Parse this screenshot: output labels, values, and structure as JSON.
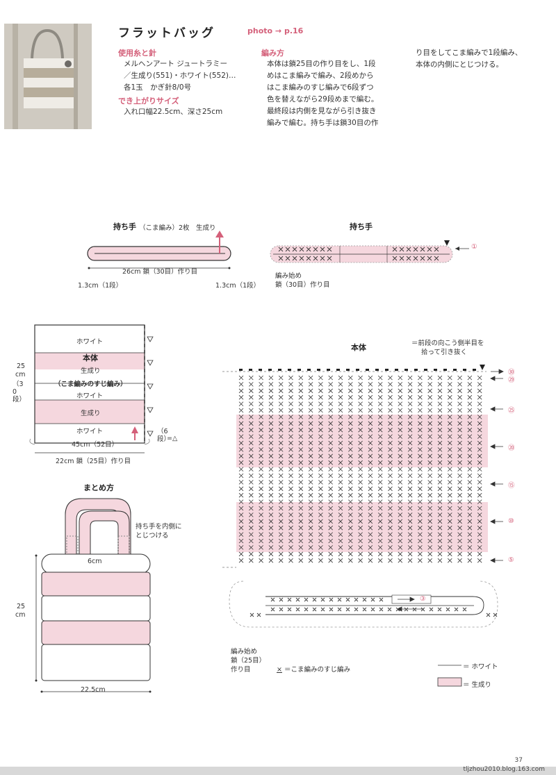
{
  "title": "フラットバッグ",
  "photo_ref": "photo → p.16",
  "materials": {
    "heading": "使用糸と針",
    "lines": [
      "メルヘンアート ジュートラミー",
      "／生成り(551)・ホワイト(552)…",
      "各1玉　かぎ針8/0号"
    ]
  },
  "finished_size": {
    "heading": "でき上がりサイズ",
    "lines": [
      "入れ口幅22.5cm、深さ25cm"
    ]
  },
  "instructions": {
    "heading": "編み方",
    "lines": [
      "本体は鎖25目の作り目をし、1段",
      "めはこま編みで編み、2段めから",
      "はこま編みのすじ編みで6段ずつ",
      "色を替えながら29段めまで編む。",
      "最終段は内側を見ながら引き抜き",
      "編みで編む。持ち手は鎖30目の作"
    ],
    "lines2": [
      "り目をしてこま編みで1段編み、",
      "本体の内側にとじつける。"
    ]
  },
  "handle_diagram": {
    "title": "持ち手",
    "note": "（こま編み）2枚　生成り",
    "length": "26cm 鎖（30目）作り目",
    "end_left": "1.3cm（1段）",
    "end_right": "1.3cm（1段）"
  },
  "handle_chart": {
    "title": "持ち手",
    "row_marker": "①",
    "start_note": [
      "編み始め",
      "鎖（30目）作り目"
    ]
  },
  "body_diagram": {
    "bands": [
      "ホワイト",
      "生成り",
      "ホワイト",
      "生成り",
      "ホワイト"
    ],
    "title": "本体",
    "subtitle": "（こま編みのすじ編み）",
    "height": "25",
    "height_unit": "cm",
    "rows": "（30段）",
    "circumference": "45cm（52目）",
    "chain": "22cm 鎖（25目）作り目",
    "six_rows": "（6段）",
    "triangle_note": "=△"
  },
  "assembly": {
    "title": "まとめ方",
    "note": [
      "持ち手を内側に",
      "とじつける"
    ],
    "handle_gap": "6cm",
    "height": "25",
    "height_unit": "cm",
    "width": "22.5cm"
  },
  "body_chart": {
    "title": "本体",
    "legend_top": [
      "＝前段の向こう側半目を",
      "拾って引き抜く"
    ],
    "row_labels": [
      "㉚",
      "㉙",
      "㉕",
      "⑳",
      "⑮",
      "⑩",
      "⑤",
      "③"
    ],
    "start_note": [
      "編み始め",
      "鎖（25目）",
      "作り目"
    ],
    "x_legend": "＝こま編みのすじ編み"
  },
  "legend": {
    "white": "＝ ホワイト",
    "ecru": "＝ 生成り"
  },
  "colors": {
    "accent": "#d4607a",
    "pink_fill": "#f5d7de",
    "line": "#333333"
  },
  "page_number": "37",
  "watermark": "tljzhou2010.blog.163.com"
}
